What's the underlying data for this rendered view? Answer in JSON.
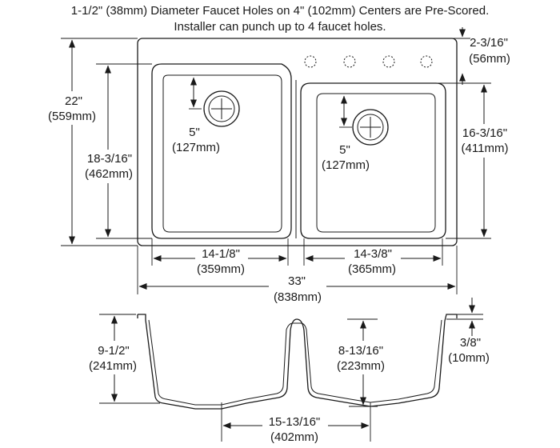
{
  "notes": {
    "line1": "1-1/2\" (38mm) Diameter Faucet Holes on 4\" (102mm) Centers are Pre-Scored.",
    "line2": "Installer can punch up to 4 faucet holes."
  },
  "dimensions": {
    "faucet_deck_depth": {
      "inches": "2-3/16\"",
      "mm": "(56mm)"
    },
    "overall_depth": {
      "inches": "22\"",
      "mm": "(559mm)"
    },
    "left_bowl_depth": {
      "inches": "18-3/16\"",
      "mm": "(462mm)"
    },
    "right_bowl_depth": {
      "inches": "16-3/16\"",
      "mm": "(411mm)"
    },
    "left_drain_offset": {
      "inches": "5\"",
      "mm": "(127mm)"
    },
    "right_drain_offset": {
      "inches": "5\"",
      "mm": "(127mm)"
    },
    "left_bowl_width": {
      "inches": "14-1/8\"",
      "mm": "(359mm)"
    },
    "right_bowl_width": {
      "inches": "14-3/8\"",
      "mm": "(365mm)"
    },
    "overall_width": {
      "inches": "33\"",
      "mm": "(838mm)"
    },
    "left_bowl_height": {
      "inches": "9-1/2\"",
      "mm": "(241mm)"
    },
    "right_bowl_height": {
      "inches": "8-13/16\"",
      "mm": "(223mm)"
    },
    "rim_thickness": {
      "inches": "3/8\"",
      "mm": "(10mm)"
    },
    "drain_centers": {
      "inches": "15-13/16\"",
      "mm": "(402mm)"
    }
  }
}
